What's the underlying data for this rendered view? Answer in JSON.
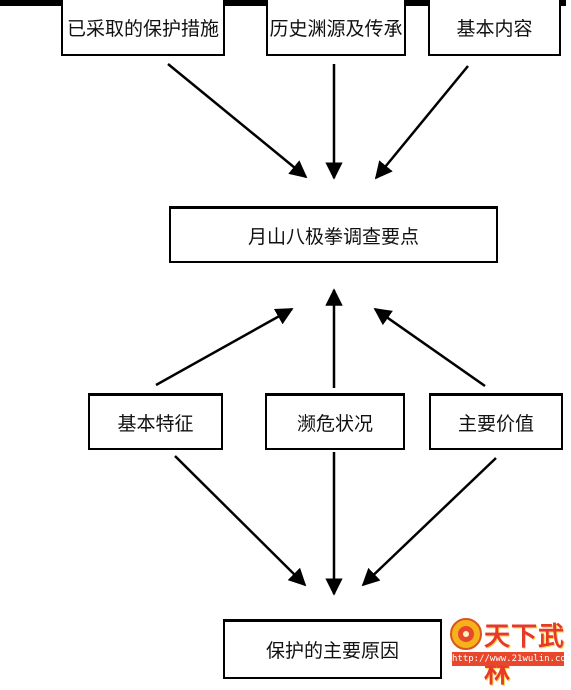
{
  "diagram": {
    "top_nodes": [
      "已采取的保护措施",
      "历史渊源及传承",
      "基本内容"
    ],
    "center_node": "月山八极拳调查要点",
    "middle_nodes": [
      "基本特征",
      "濒危状况",
      "主要价值"
    ],
    "bottom_node": "保护的主要原因"
  },
  "watermark": {
    "brand": "天下武林",
    "url": "http://www.21wulin.com"
  }
}
